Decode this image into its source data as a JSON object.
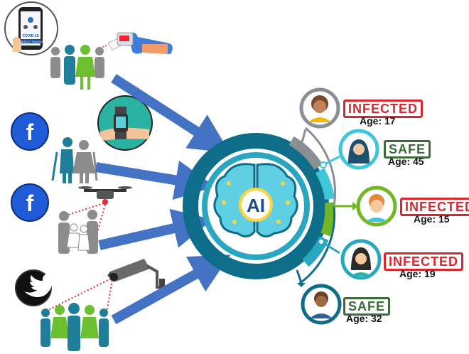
{
  "center": {
    "label": "AI"
  },
  "sources": [
    {
      "icon": "contact-tracing-app-icon",
      "app_text_1": "COVID-19",
      "app_text_2": "CONTACT TRACING"
    },
    {
      "icon": "facebook-icon",
      "letter": "f"
    },
    {
      "icon": "facebook-icon",
      "letter": "f"
    },
    {
      "icon": "twitter-icon"
    }
  ],
  "results": [
    {
      "status": "INFECTED",
      "age": "Age: 17"
    },
    {
      "status": "SAFE",
      "age": "Age: 45"
    },
    {
      "status": "INFECTED",
      "age": "Age: 15"
    },
    {
      "status": "INFECTED",
      "age": "Age: 19"
    },
    {
      "status": "SAFE",
      "age": "Age: 32"
    }
  ],
  "colors": {
    "arrow": "#4472c4",
    "ring_dark": "#0e6e8a",
    "ring_mid": "#2aa7c0",
    "ring_cyan": "#3fc6da",
    "ring_green": "#72b626",
    "ring_gray": "#8a8f93",
    "infected": "#d6282e",
    "safe": "#3c6b3a",
    "people_gray": "#8c8c8c",
    "people_teal": "#1f7f9a",
    "people_green": "#6cbf2e"
  }
}
